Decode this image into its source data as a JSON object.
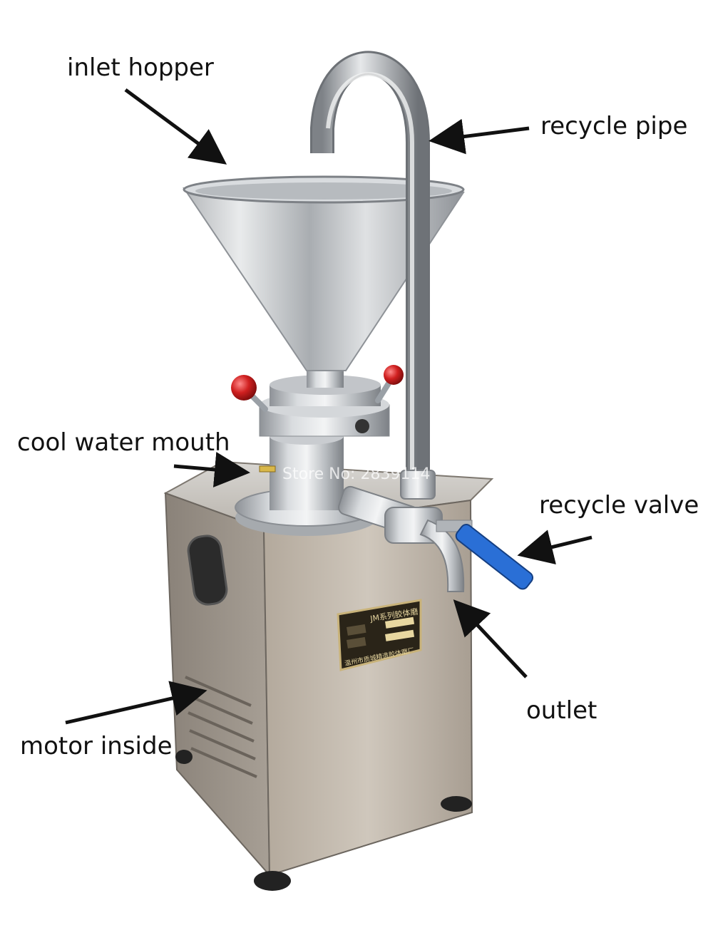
{
  "labels": {
    "inlet_hopper": "inlet hopper",
    "recycle_pipe": "recycle pipe",
    "cool_water_mouth": "cool water mouth",
    "recycle_valve": "recycle valve",
    "outlet": "outlet",
    "motor_inside": "motor inside"
  },
  "nameplate": {
    "title": "JM系列胶体磨",
    "footer": "温州市质城精造胶体磨厂"
  },
  "watermark": "Store No: 2839114",
  "colors": {
    "label_text": "#111111",
    "arrow": "#111111",
    "handle_knob": "#d02020",
    "valve_handle": "#2a6fd6",
    "nameplate_bg": "#2a2418",
    "nameplate_text": "#e8d7a0",
    "steel_light": "#e4e6e8",
    "steel_dark": "#8c9096"
  }
}
